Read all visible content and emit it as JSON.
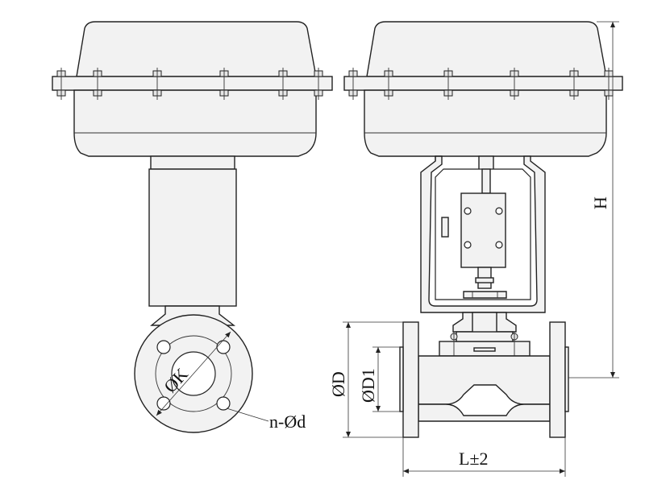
{
  "drawing": {
    "labels": {
      "height": "H",
      "flange_od": "ØD",
      "raised_face_od": "ØD1",
      "bolt_circle": "ØK",
      "bolt_holes": "n-Ød",
      "length": "L±2"
    }
  }
}
